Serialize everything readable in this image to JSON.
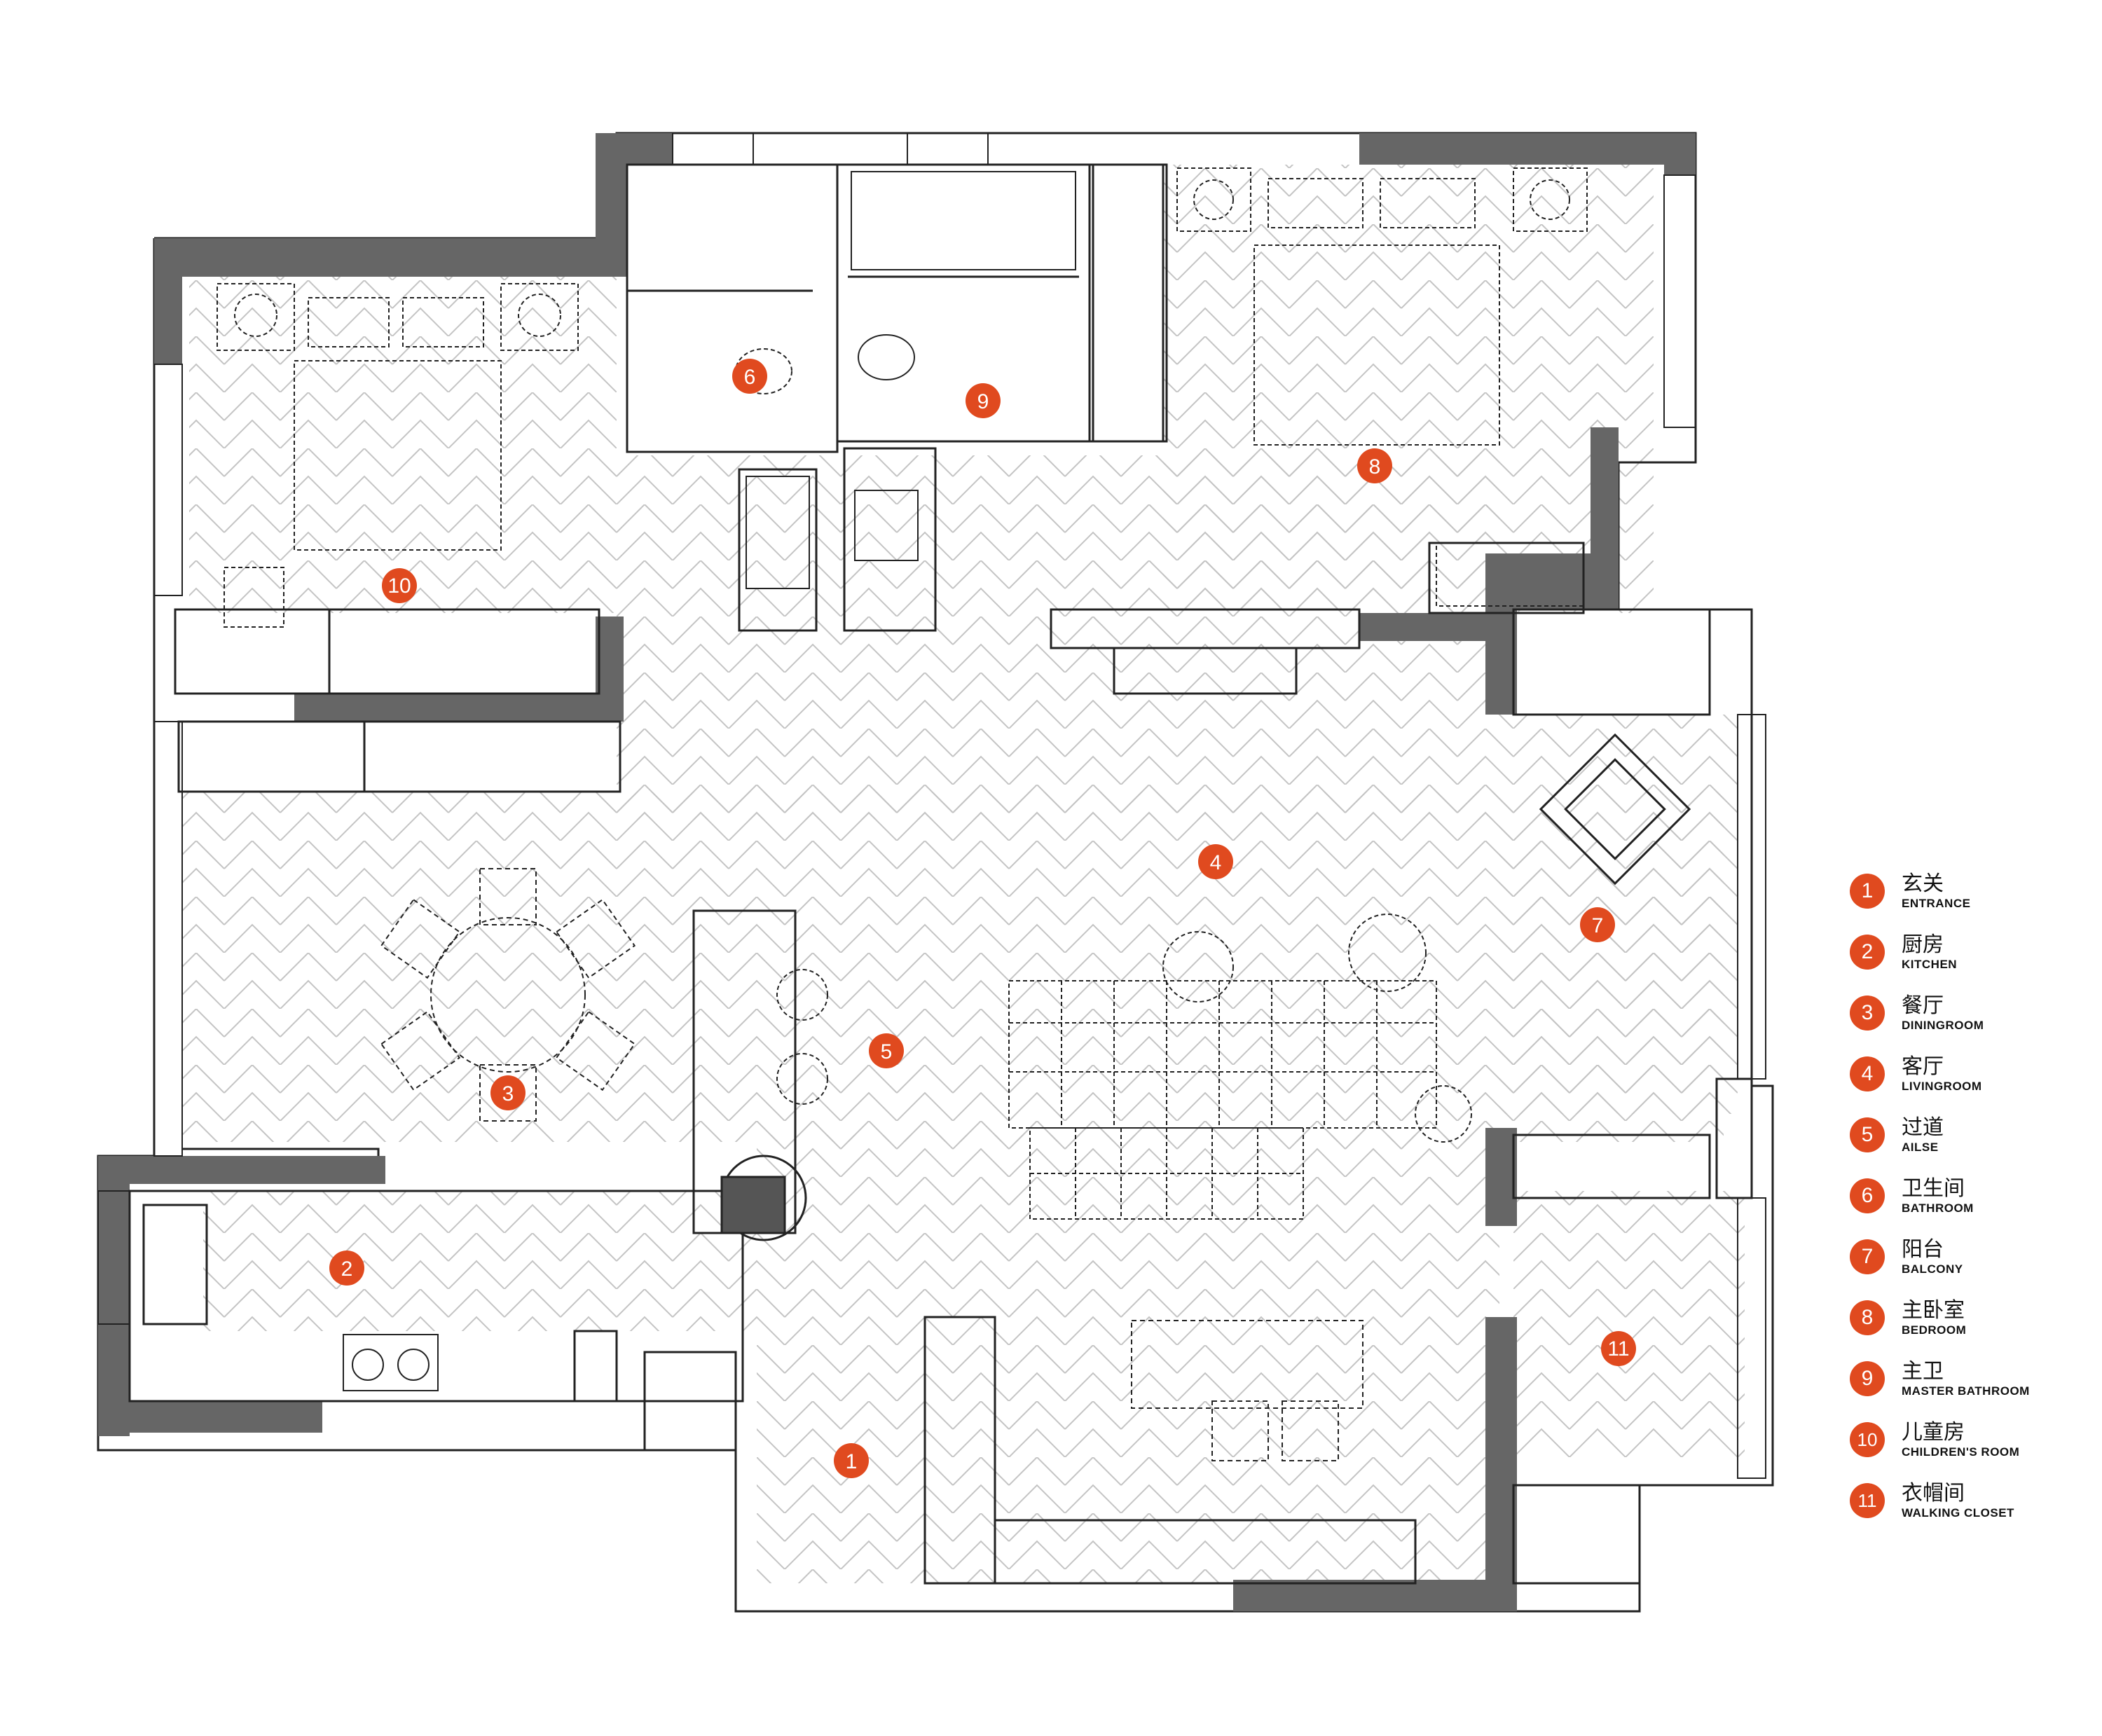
{
  "colors": {
    "wall": "#666666",
    "marker": "#e04a1f",
    "line": "#222222",
    "floor_pattern": "#bdbdbd"
  },
  "markers": [
    {
      "num": "1",
      "room": "entrance"
    },
    {
      "num": "2",
      "room": "kitchen"
    },
    {
      "num": "3",
      "room": "diningroom"
    },
    {
      "num": "4",
      "room": "livingroom"
    },
    {
      "num": "5",
      "room": "aisle"
    },
    {
      "num": "6",
      "room": "bathroom"
    },
    {
      "num": "7",
      "room": "balcony"
    },
    {
      "num": "8",
      "room": "bedroom"
    },
    {
      "num": "9",
      "room": "master-bathroom"
    },
    {
      "num": "10",
      "room": "childrens-room"
    },
    {
      "num": "11",
      "room": "walking-closet"
    }
  ],
  "legend": [
    {
      "num": "1",
      "cn": "玄关",
      "en": "ENTRANCE"
    },
    {
      "num": "2",
      "cn": "厨房",
      "en": "KITCHEN"
    },
    {
      "num": "3",
      "cn": "餐厅",
      "en": "DININGROOM"
    },
    {
      "num": "4",
      "cn": "客厅",
      "en": "LIVINGROOM"
    },
    {
      "num": "5",
      "cn": "过道",
      "en": "AILSE"
    },
    {
      "num": "6",
      "cn": "卫生间",
      "en": "BATHROOM"
    },
    {
      "num": "7",
      "cn": "阳台",
      "en": "BALCONY"
    },
    {
      "num": "8",
      "cn": "主卧室",
      "en": "BEDROOM"
    },
    {
      "num": "9",
      "cn": "主卫",
      "en": "MASTER BATHROOM"
    },
    {
      "num": "10",
      "cn": "儿童房",
      "en": "CHILDREN'S ROOM"
    },
    {
      "num": "11",
      "cn": "衣帽间",
      "en": "WALKING CLOSET"
    }
  ]
}
